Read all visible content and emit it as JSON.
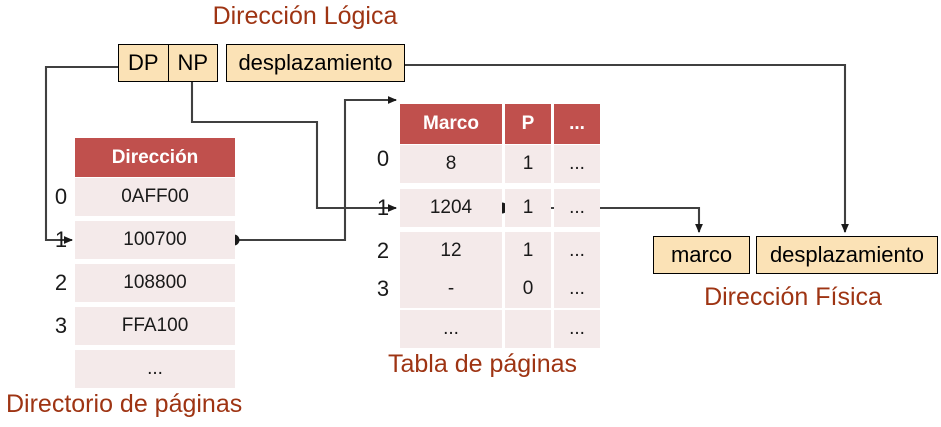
{
  "headings": {
    "logical_address": "Dirección Lógica",
    "physical_address": "Dirección Física",
    "page_directory": "Directorio de páginas",
    "page_table": "Tabla de páginas"
  },
  "logical_address": {
    "fields": [
      {
        "label": "DP"
      },
      {
        "label": "NP"
      }
    ],
    "offset_label": "desplazamiento"
  },
  "physical_address": {
    "frame_label": "marco",
    "offset_label": "desplazamiento"
  },
  "page_directory": {
    "columns": [
      "Dirección"
    ],
    "row_indices": [
      "0",
      "1",
      "2",
      "3",
      ""
    ],
    "rows": [
      [
        "0AFF00"
      ],
      [
        "100700"
      ],
      [
        "108800"
      ],
      [
        "FFA100"
      ],
      [
        "..."
      ]
    ]
  },
  "page_table": {
    "columns": [
      "Marco",
      "P",
      "..."
    ],
    "row_indices": [
      "0",
      "1",
      "2",
      "3",
      ""
    ],
    "rows": [
      [
        "8",
        "1",
        "..."
      ],
      [
        "1204",
        "1",
        "..."
      ],
      [
        "12",
        "1",
        "..."
      ],
      [
        "-",
        "0",
        "..."
      ],
      [
        "...",
        "",
        "..."
      ]
    ]
  },
  "colors": {
    "heading": "#9e3413",
    "field_box_fill": "#fbe2b6",
    "table_header_fill": "#c0504d",
    "table_cell_fill": "#f4eaea",
    "wire": "#404040",
    "border": "#000000"
  }
}
